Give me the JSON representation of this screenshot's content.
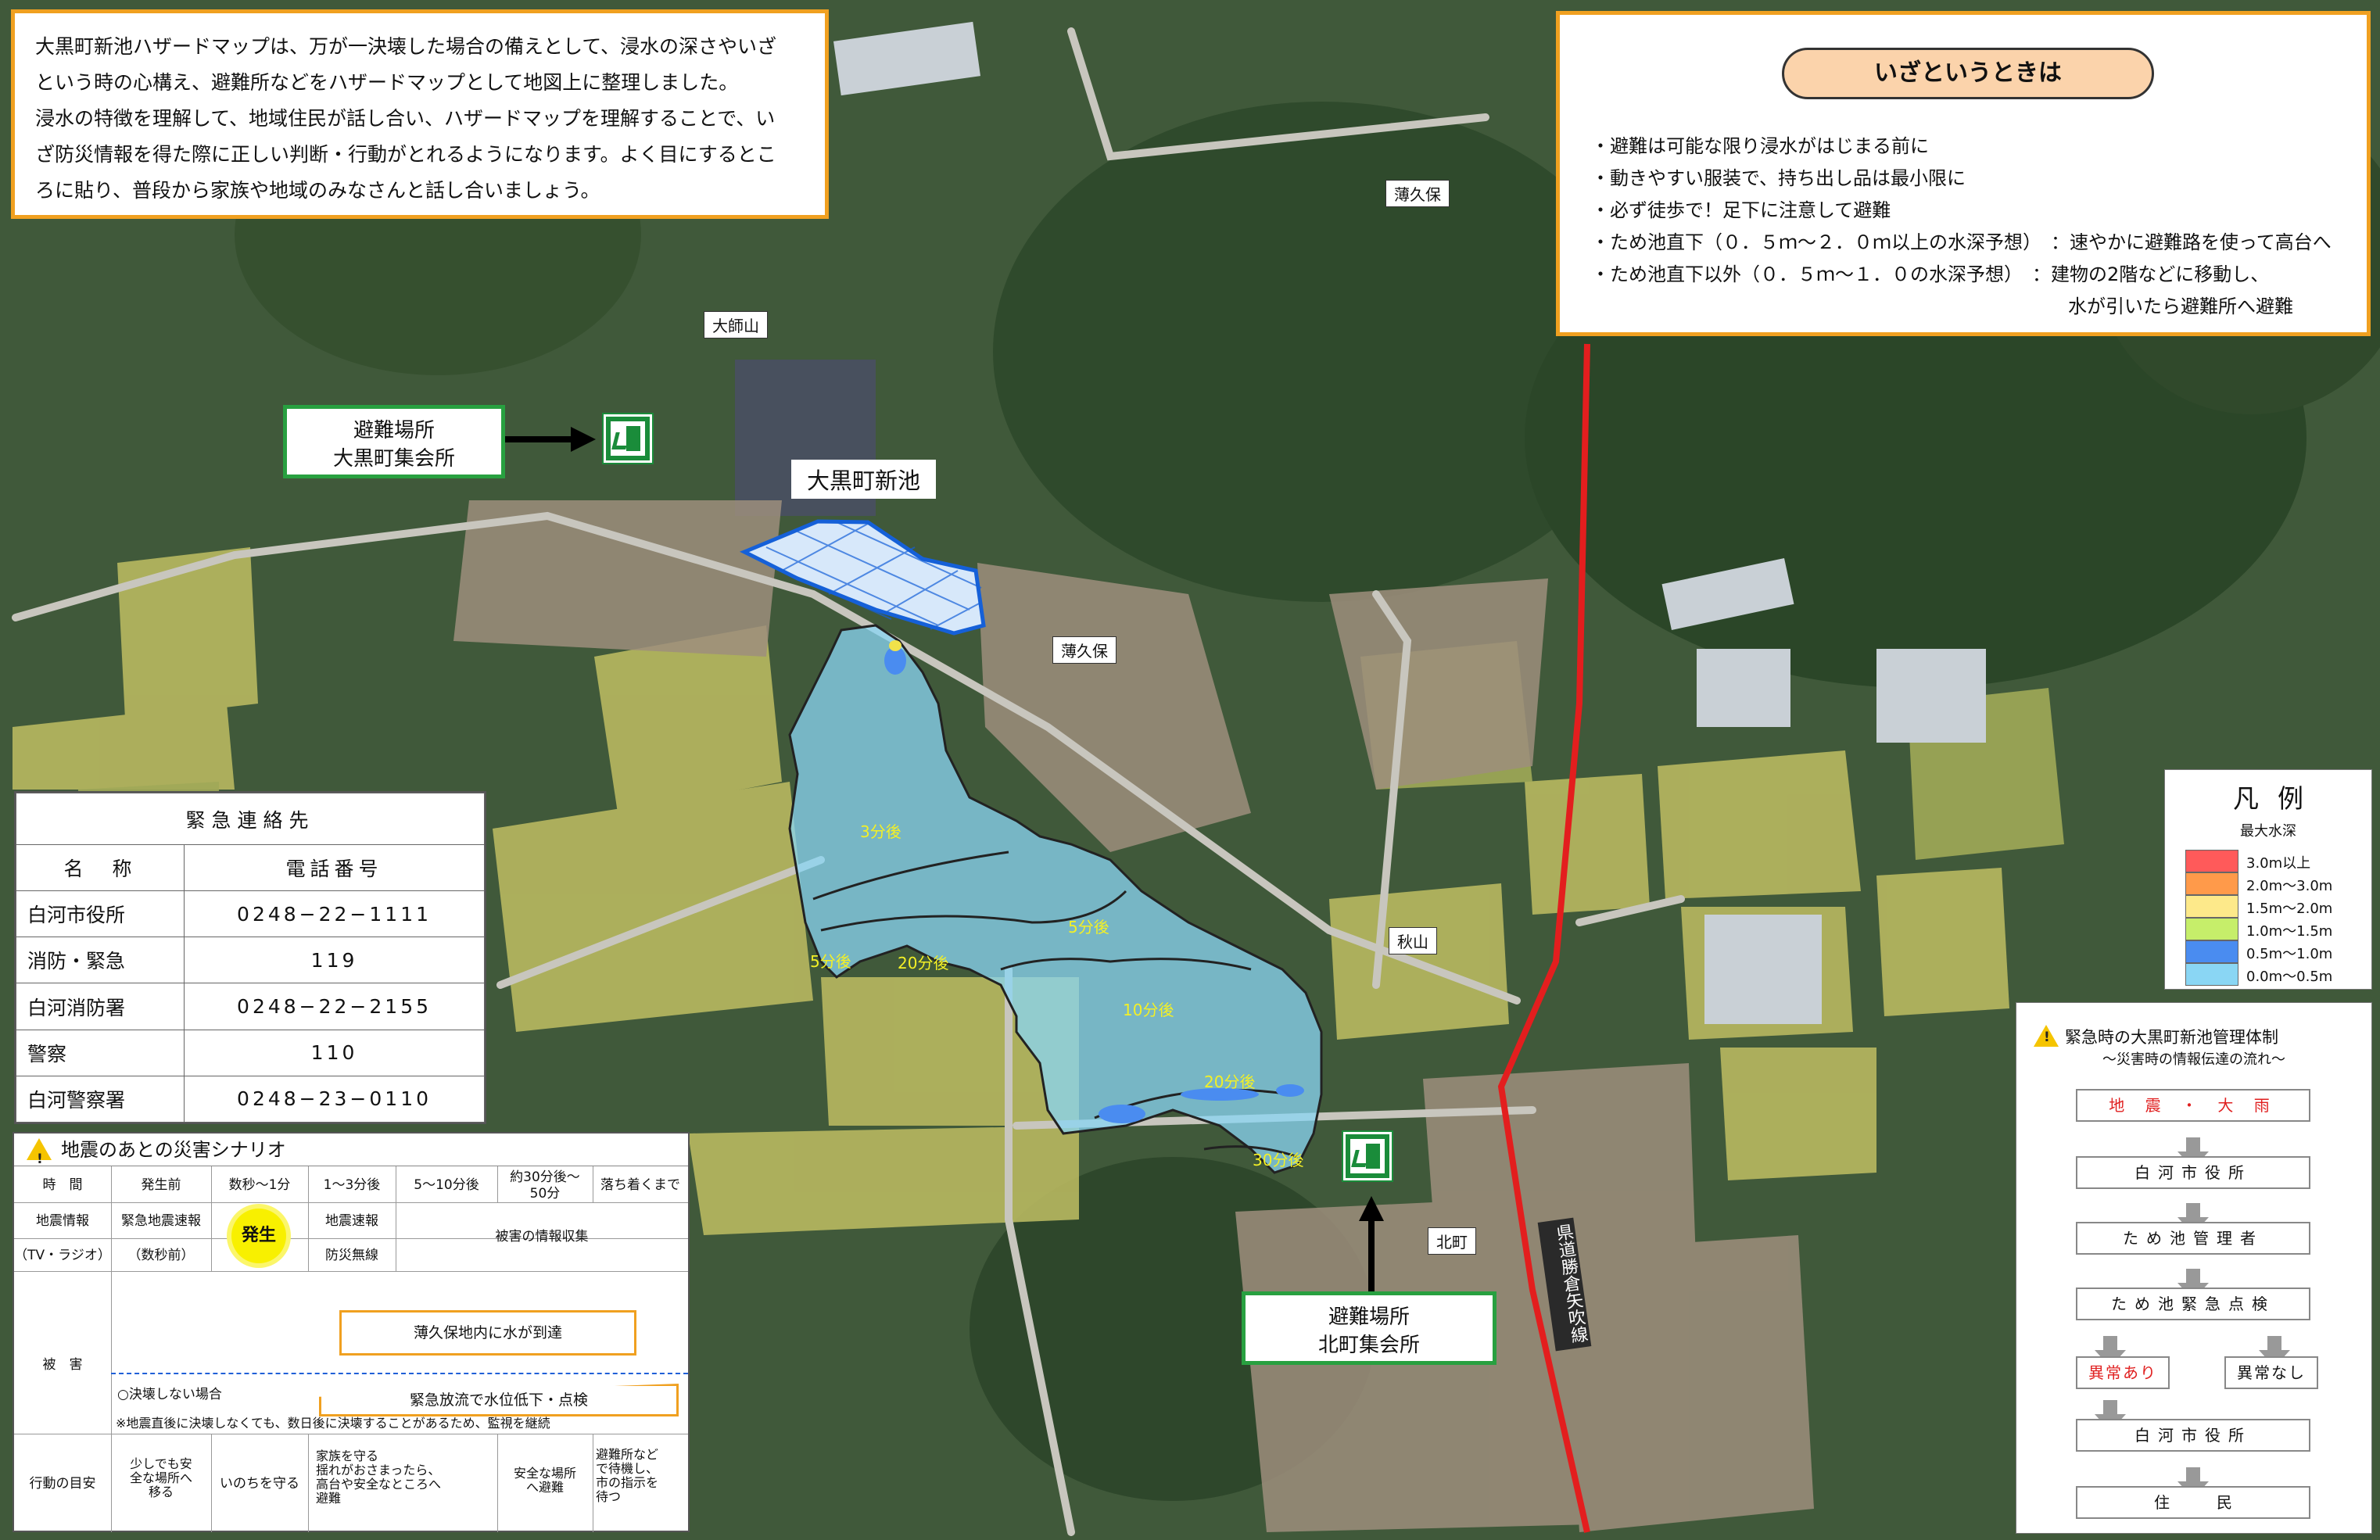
{
  "intro": {
    "lines": [
      "大黒町新池ハザードマップは、万が一決壊した場合の備えとして、浸水の深さやいざ",
      "という時の心構え、避難所などをハザードマップとして地図上に整理しました。",
      "浸水の特徴を理解して、地域住民が話し合い、ハザードマップを理解することで、い",
      "ざ防災情報を得た際に正しい判断・行動がとれるようになります。よく目にするとこ",
      "ろに貼り、普段から家族や地域のみなさんと話し合いましょう。"
    ]
  },
  "guide": {
    "title": "いざというときは",
    "items": [
      "・避難は可能な限り浸水がはじまる前に",
      "・動きやすい服装で、持ち出し品は最小限に",
      "・必ず徒歩で！足下に注意して避難",
      "・ため池直下（０．５ｍ～２．０ｍ以上の水深予想）　：速やかに避難路を使って高台へ",
      "・ため池直下以外（０．５ｍ～１．０の水深予想）　：建物の2階などに移動し、"
    ],
    "item_cont": "水が引いたら避難所へ避難"
  },
  "places": {
    "daishiyama": "大師山",
    "usukubo_1": "薄久保",
    "usukubo_2": "薄久保",
    "akiyama": "秋山",
    "kitamachi": "北町",
    "pond": "大黒町新池",
    "road": "県道勝倉矢吹線"
  },
  "shelters": [
    {
      "line1": "避難場所",
      "line2": "大黒町集会所"
    },
    {
      "line1": "避難場所",
      "line2": "北町集会所"
    }
  ],
  "arrival_times": [
    "3分後",
    "5分後",
    "5分後",
    "20分後",
    "10分後",
    "20分後",
    "30分後"
  ],
  "contact": {
    "title": "緊急連絡先",
    "col_name": "名　称",
    "col_phone": "電話番号",
    "rows": [
      {
        "name": "白河市役所",
        "phone": "0248−22−1111"
      },
      {
        "name": "消防・緊急",
        "phone": "119"
      },
      {
        "name": "白河消防署",
        "phone": "0248−22−2155"
      },
      {
        "name": "警察",
        "phone": "110"
      },
      {
        "name": "白河警察署",
        "phone": "0248−23−0110"
      }
    ]
  },
  "scenario": {
    "title": "地震のあとの災害シナリオ",
    "h_time": "時　間",
    "times": [
      "発生前",
      "数秒〜1分",
      "1〜3分後",
      "5〜10分後",
      "約30分後〜\n50分",
      "落ち着くまで"
    ],
    "info_label": "地震情報",
    "info_sub": "（TV・ラジオ）",
    "eew": "緊急地震速報",
    "eew_sub": "（数秒前）",
    "badge": "発生",
    "quake_report": "地震速報",
    "disaster_radio": "防災無線",
    "info_collect": "被害の情報収集",
    "damage_label": "被　害",
    "reach": "薄久保地内に水が到達",
    "no_break": "○決壊しない場合",
    "release": "緊急放流で水位低下・点検",
    "note": "※地震直後に決壊しなくても、数日後に決壊することがあるため、監視を継続",
    "action_label": "行動の目安",
    "actions": [
      "少しでも安\n全な場所へ\n移る",
      "いのちを守る",
      "家族を守る\n揺れがおさまったら、\n高台や安全なところへ\n避難",
      "安全な場所\nへ避難",
      "避難所など\nで待機し、\n市の指示を\n待つ"
    ]
  },
  "legend": {
    "title": "凡例",
    "subtitle": "最大水深",
    "items": [
      {
        "label": "3.0m以上",
        "color": "#ff5a5a"
      },
      {
        "label": "2.0m〜3.0m",
        "color": "#ff9a4a"
      },
      {
        "label": "1.5m〜2.0m",
        "color": "#fde98a"
      },
      {
        "label": "1.0m〜1.5m",
        "color": "#c6ee6a"
      },
      {
        "label": "0.5m〜1.0m",
        "color": "#4a8cf0"
      },
      {
        "label": "0.0m〜0.5m",
        "color": "#8ad6f4"
      }
    ]
  },
  "mgmt": {
    "title": "緊急時の大黒町新池管理体制",
    "subtitle": "〜災害時の情報伝達の流れ〜",
    "steps": [
      "地 震 ・ 大 雨",
      "白河市役所",
      "ため池管理者",
      "ため池緊急点検",
      "異常あり",
      "異常なし",
      "白河市役所",
      "住民"
    ]
  },
  "colors": {
    "frame": "#f0a020",
    "shelter": "#28a040",
    "flood": "#8ad6f4",
    "road": "#e31e1e"
  }
}
